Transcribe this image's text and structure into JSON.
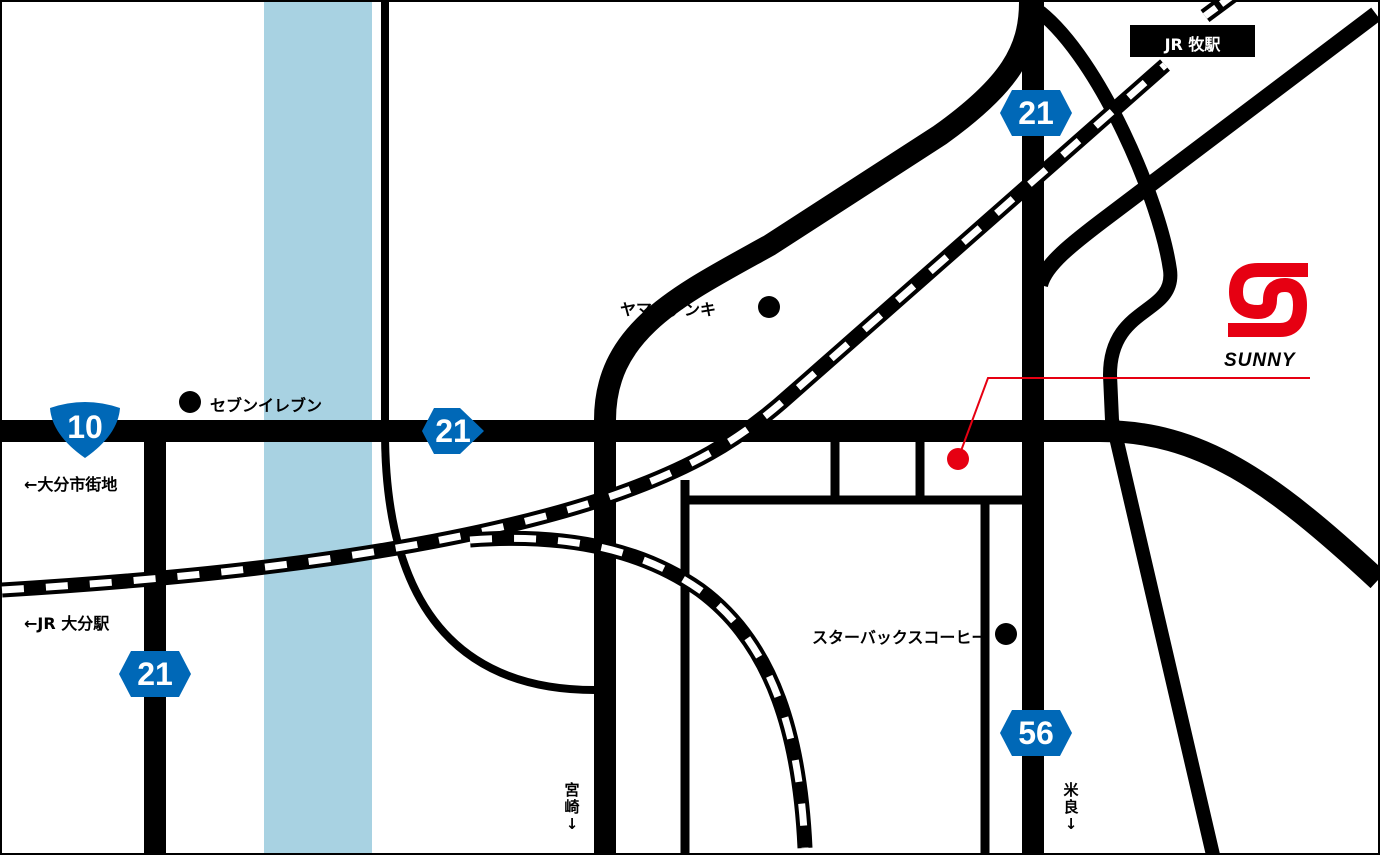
{
  "colors": {
    "river": "#a8d2e2",
    "route_sign": "#0068b7",
    "accent": "#e60012",
    "road": "#000000"
  },
  "route_signs": [
    {
      "number": "10",
      "shape": "national-shield"
    },
    {
      "number": "21",
      "shape": "hexagon"
    },
    {
      "number": "21",
      "shape": "hexagon"
    },
    {
      "number": "21",
      "shape": "hexagon"
    },
    {
      "number": "56",
      "shape": "hexagon"
    }
  ],
  "landmarks": [
    "セブンイレブン",
    "ヤマダデンキ",
    "スターバックスコーヒー"
  ],
  "directions": {
    "city": "←大分市街地",
    "oita_station": "←JR 大分駅",
    "miyazaki": "宮崎↓",
    "mera": "米良↓"
  },
  "station": "JR 牧駅",
  "logo": {
    "name": "SUNNY"
  }
}
